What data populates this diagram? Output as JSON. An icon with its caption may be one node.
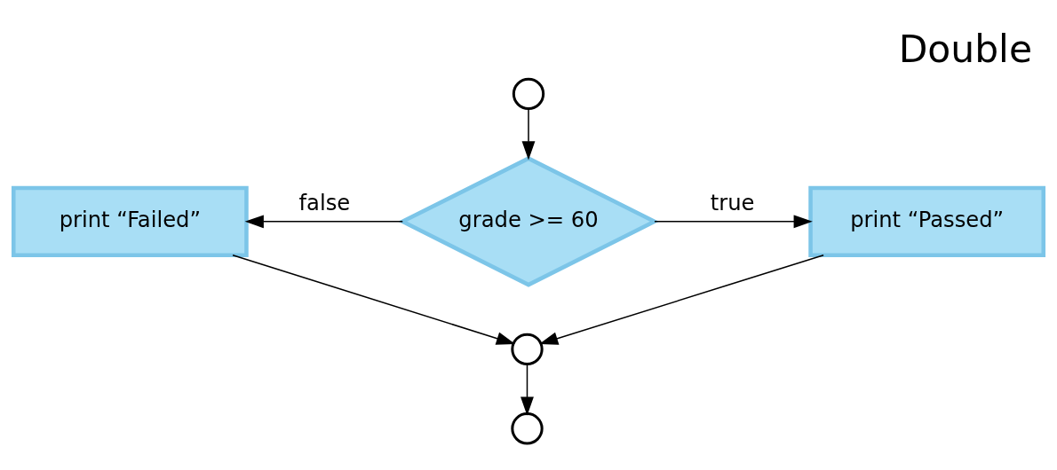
{
  "diagram": {
    "title": "Double",
    "nodes": [
      {
        "text": [],
        "shape": "circle"
      },
      {
        "text": [
          "grade >= 60"
        ]
      },
      {
        "text": [
          "print “Failed”"
        ]
      },
      {
        "text": [
          "print “Passed”"
        ]
      },
      {
        "text": [],
        "shape": "circle"
      },
      {
        "text": [],
        "shape": "circle"
      }
    ],
    "edges": [
      {
        "from": 0,
        "to": 1,
        "arrow": "to"
      },
      {
        "from": 1,
        "to": 2,
        "arrow": "to",
        "label": "false"
      },
      {
        "from": 1,
        "to": 3,
        "arrow": "to",
        "label": "true"
      },
      {
        "from": 2,
        "to": 4,
        "arrow": "to"
      },
      {
        "from": 3,
        "to": 4,
        "arrow": "to"
      },
      {
        "from": 4,
        "to": 5,
        "arrow": "to"
      }
    ]
  }
}
